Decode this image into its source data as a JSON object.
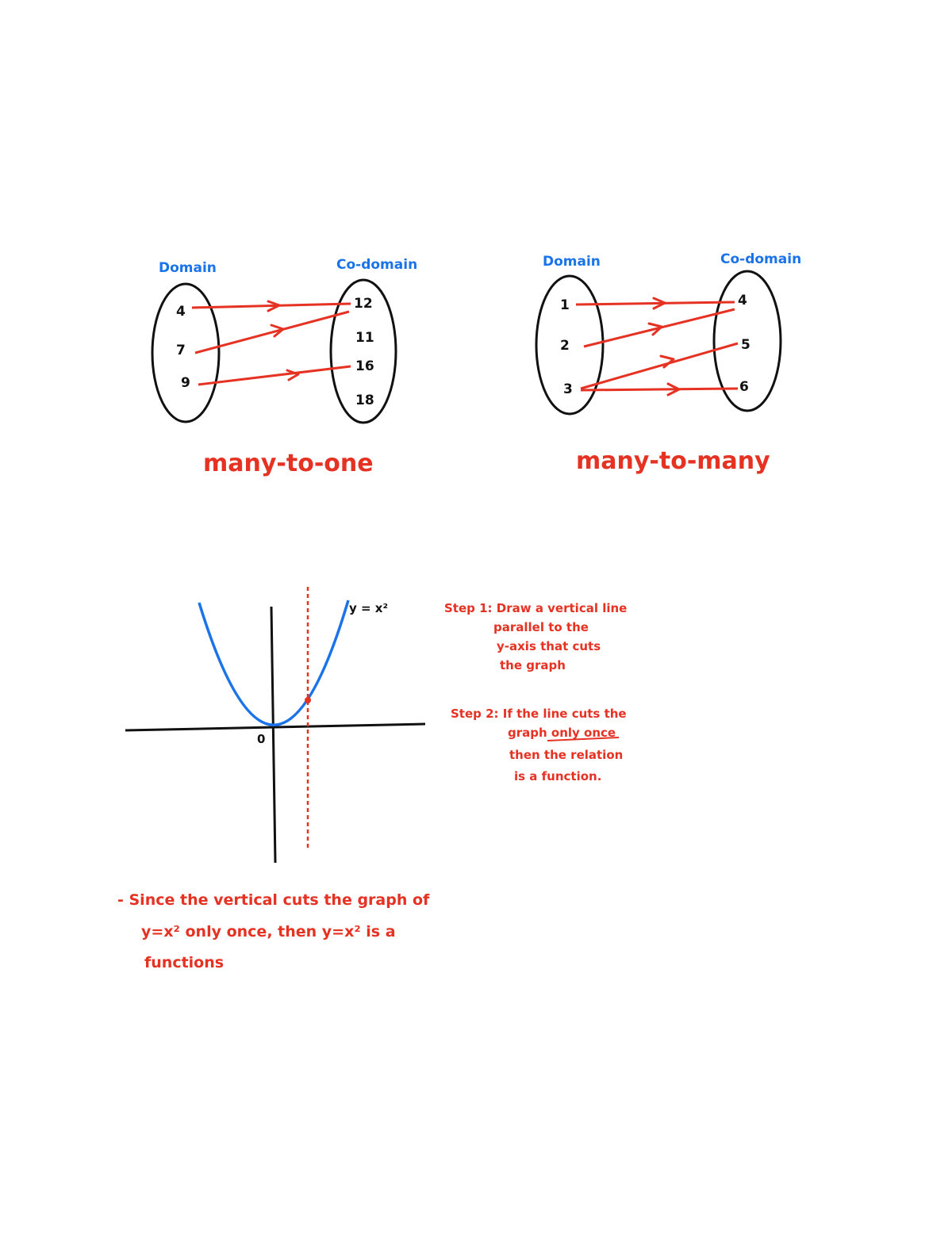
{
  "diagram1": {
    "domain_label": "Domain",
    "codomain_label": "Co-domain",
    "domain_values": [
      "4",
      "7",
      "9"
    ],
    "codomain_values": [
      "12",
      "11",
      "16",
      "18"
    ],
    "caption": "many-to-one"
  },
  "diagram2": {
    "domain_label": "Domain",
    "codomain_label": "Co-domain",
    "domain_values": [
      "1",
      "2",
      "3"
    ],
    "codomain_values": [
      "4",
      "5",
      "6"
    ],
    "caption": "many-to-many"
  },
  "graph": {
    "equation_label": "y = x²",
    "origin_label": "0"
  },
  "steps": {
    "step1": {
      "lines": [
        "Step 1: Draw a vertical line",
        "parallel to the",
        "y-axis that cuts",
        "the graph"
      ]
    },
    "step2": {
      "lines": [
        "Step 2: If the line cuts the",
        "graph only once",
        "then the relation",
        "is a function."
      ],
      "emphasis": "only once"
    }
  },
  "conclusion": {
    "lines": [
      "- Since the vertical cuts the graph of",
      "y=x² only once, then y=x² is a",
      "functions"
    ]
  },
  "colors": {
    "label_blue": "#1a73e8",
    "ink_red": "#e53223",
    "ink_black": "#111111",
    "curve_blue": "#1a73e8"
  }
}
